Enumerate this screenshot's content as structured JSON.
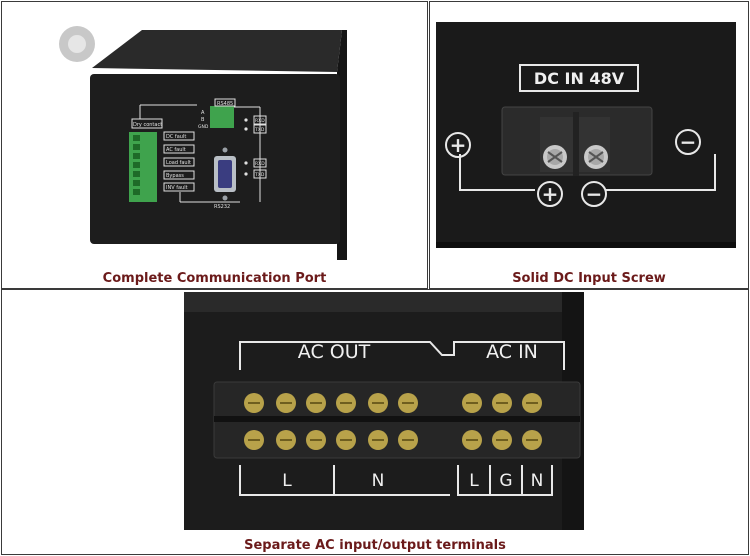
{
  "captions": {
    "comm_port": "Complete Communication Port",
    "dc_input": "Solid DC Input Screw",
    "ac_terminals": "Separate AC input/output terminals"
  },
  "comm_panel": {
    "dry_contact": "Dry contact",
    "rs485": "RS485",
    "rs232": "RS232",
    "rs485_pins": [
      "A",
      "B",
      "GND"
    ],
    "rs485_signals": [
      "RXD",
      "TXD"
    ],
    "rs232_signals": [
      "RXD",
      "TXD"
    ],
    "relay_labels": [
      "DC fault",
      "AC fault",
      "Load fault",
      "Bypass",
      "INV fault"
    ]
  },
  "dc_panel": {
    "label": "DC IN 48V",
    "plus": "+",
    "minus": "−"
  },
  "ac_panel": {
    "out_label": "AC OUT",
    "in_label": "AC IN",
    "out_terminals": [
      "L",
      "N"
    ],
    "in_terminals": [
      "L",
      "G",
      "N"
    ]
  },
  "colors": {
    "caption": "#6b1a1a",
    "chassis": "#1c1c1c",
    "terminal_green": "#3fa34d",
    "brass": "#b8a24a"
  }
}
